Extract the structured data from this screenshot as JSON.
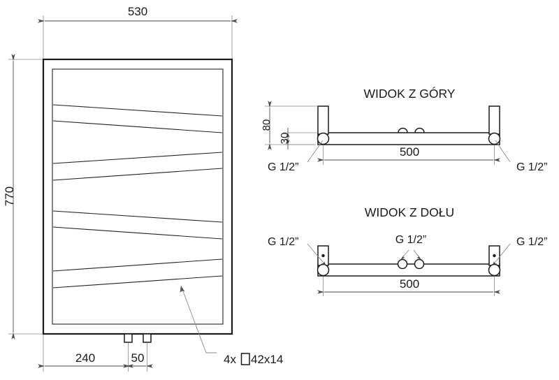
{
  "drawing": {
    "type": "technical-drawing",
    "subject": "towel-radiator",
    "units": "mm",
    "front_view": {
      "dimensions": {
        "width_label": "530",
        "height_label": "770",
        "offset_left_label": "240",
        "connector_spacing_label": "50"
      },
      "annotation": {
        "quantity_prefix": "4x",
        "profile_symbol": "□",
        "profile_size": "42x14",
        "full_text": "4x □42x14"
      },
      "slat_count": 8
    },
    "top_view": {
      "title": "WIDOK Z GÓRY",
      "dimensions": {
        "depth_label": "80",
        "tube_label": "30",
        "width_label": "500"
      },
      "threads": {
        "left_label": "G 1/2”",
        "right_label": "G 1/2”"
      }
    },
    "bottom_view": {
      "title": "WIDOK Z DOŁU",
      "dimensions": {
        "width_label": "500"
      },
      "threads": {
        "left_label": "G 1/2”",
        "center_label": "G 1/2”",
        "right_label": "G 1/2”"
      }
    },
    "colors": {
      "line": "#1a1a1a",
      "dimension": "#4a4a4a",
      "extension": "#8a8a8a",
      "background": "#ffffff"
    }
  }
}
